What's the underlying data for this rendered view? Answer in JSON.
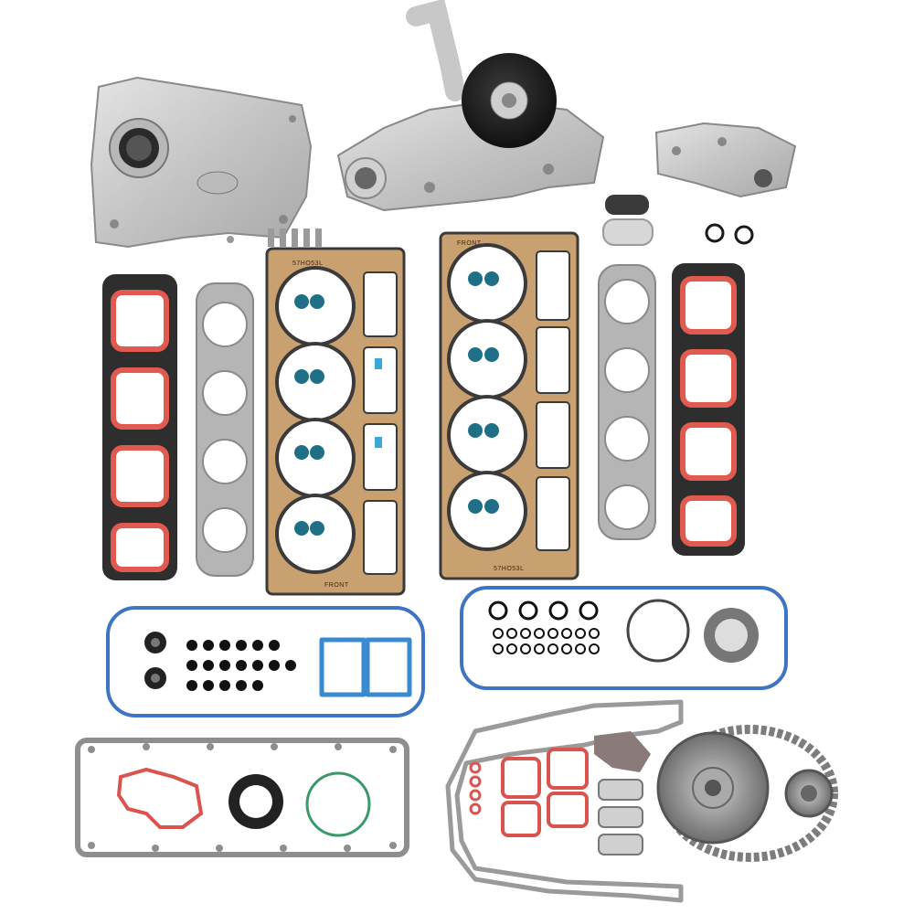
{
  "gasket_text": {
    "left_head_top": "57HO53L",
    "left_head_bottom": "FRONT",
    "right_head_top": "FRONT",
    "right_head_bottom": "57HO53L"
  },
  "colors": {
    "background": "#ffffff",
    "aluminum": "#c9c9c9",
    "head_gasket_copper": "#c9a070",
    "head_gasket_dark": "#3a3a3a",
    "valve_seal_teal": "#1f6f86",
    "intake_seal_red": "#d9534f",
    "valve_cover_seal_blue": "#3d74c4",
    "oil_pan_gasket_gray": "#8e8e8e",
    "water_pump_pulley_black": "#1e1e1e",
    "timing_chain_steel": "#7d7d7d"
  },
  "icons": [
    "timing-cover-icon",
    "water-pump-icon",
    "oil-pump-icon",
    "head-gasket-icon",
    "intake-gasket-icon",
    "exhaust-gasket-icon",
    "valve-cover-gasket-icon",
    "oil-pan-gasket-icon",
    "timing-chain-icon"
  ]
}
